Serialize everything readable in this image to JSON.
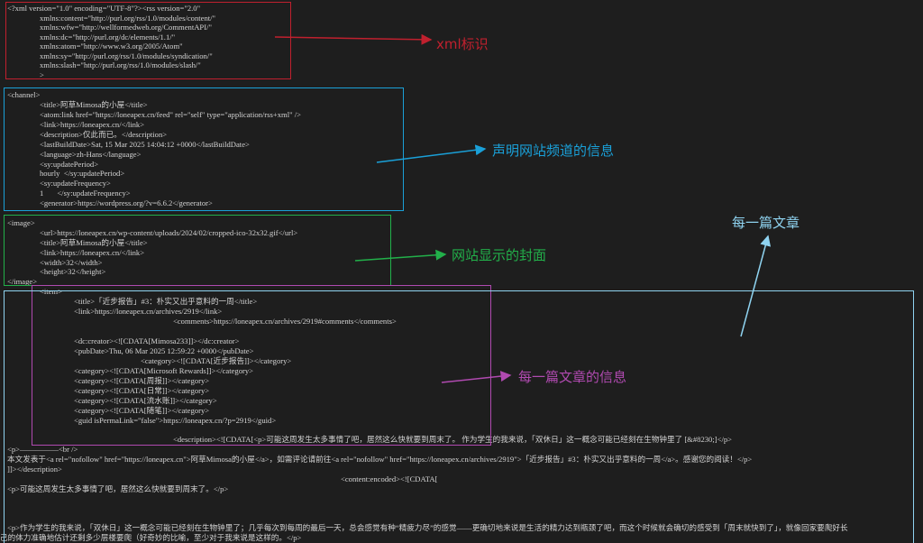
{
  "code": {
    "xml_header": [
      "<?xml version=\"1.0\" encoding=\"UTF-8\"?><rss version=\"2.0\"",
      "xmlns:content=\"http://purl.org/rss/1.0/modules/content/\"",
      "xmlns:wfw=\"http://wellformedweb.org/CommentAPI/\"",
      "xmlns:dc=\"http://purl.org/dc/elements/1.1/\"",
      "xmlns:atom=\"http://www.w3.org/2005/Atom\"",
      "xmlns:sy=\"http://purl.org/rss/1.0/modules/syndication/\"",
      "xmlns:slash=\"http://purl.org/rss/1.0/modules/slash/\"",
      ">"
    ],
    "channel": [
      "<channel>",
      "<title>阿草Mimosa的小屋</title>",
      "<atom:link href=\"https://loneapex.cn/feed\" rel=\"self\" type=\"application/rss+xml\" />",
      "<link>https://loneapex.cn/</link>",
      "<description>仅此而已。</description>",
      "<lastBuildDate>Sat, 15 Mar 2025 14:04:12 +0000</lastBuildDate>",
      "<language>zh-Hans</language>",
      "<sy:updatePeriod>",
      "hourly  </sy:updatePeriod>",
      "<sy:updateFrequency>",
      "1       </sy:updateFrequency>",
      "<generator>https://wordpress.org/?v=6.6.2</generator>"
    ],
    "image": [
      "<image>",
      "<url>https://loneapex.cn/wp-content/uploads/2024/02/cropped-ico-32x32.gif</url>",
      "<title>阿草Mimosa的小屋</title>",
      "<link>https://loneapex.cn/</link>",
      "<width>32</width>",
      "<height>32</height>",
      "</image>"
    ],
    "item": [
      "<item>",
      "<title>「近步报告」#3：朴实又出乎意料的一周</title>",
      "<link>https://loneapex.cn/archives/2919</link>",
      "<comments>https://loneapex.cn/archives/2919#comments</comments>",
      "<dc:creator><![CDATA[Mimosa233]]></dc:creator>",
      "<pubDate>Thu, 06 Mar 2025 12:59:22 +0000</pubDate>",
      "<category><![CDATA[近步报告]]></category>",
      "<category><![CDATA[Microsoft Rewards]]></category>",
      "<category><![CDATA[周报]]></category>",
      "<category><![CDATA[日常]]></category>",
      "<category><![CDATA[流水账]]></category>",
      "<category><![CDATA[随笔]]></category>",
      "<guid isPermaLink=\"false\">https://loneapex.cn/?p=2919</guid>",
      "<description><![CDATA[<p>可能这周发生太多事情了吧，居然这么快就要到周末了。 作为学生的我来说，「双休日」这一概念可能已经刻在生物钟里了 [&#8230;]</p>",
      "<p>—————<br />",
      "本文发表于<a rel=\"nofollow\" href=\"https://loneapex.cn\">阿草Mimosa的小屋</a>，如需评论请前往<a rel=\"nofollow\" href=\"https://loneapex.cn/archives/2919\">「近步报告」#3：朴实又出乎意料的一周</a>。感谢您的阅读！</p>",
      "]]></description>",
      "<content:encoded><![CDATA[",
      "<p>可能这周发生太多事情了吧，居然这么快就要到周末了。</p>",
      "<p>作为学生的我来说，「双休日」这一概念可能已经刻在生物钟里了；几乎每次到每周的最后一天，总会感觉有种“精疲力尽”的感觉——更确切地来说是生活的精力达到瓶颈了吧，而这个时候就会确切的感受到「周末就快到了」，就像回家要爬好长",
      "己的体力准确地估计还剩多少层楼要爬（好奇妙的比喻，至少对于我来说是这样的。</p>"
    ]
  },
  "annotations": {
    "xml": "xml标识",
    "channel": "声明网站频道的信息",
    "image": "网站显示的封面",
    "item_info": "每一篇文章的信息",
    "each_article": "每一篇文章"
  },
  "colors": {
    "xml": "#c0202e",
    "channel": "#1aa0d8",
    "image": "#22b04a",
    "item_info": "#b04ab0",
    "each_article": "#8fd3f0"
  }
}
